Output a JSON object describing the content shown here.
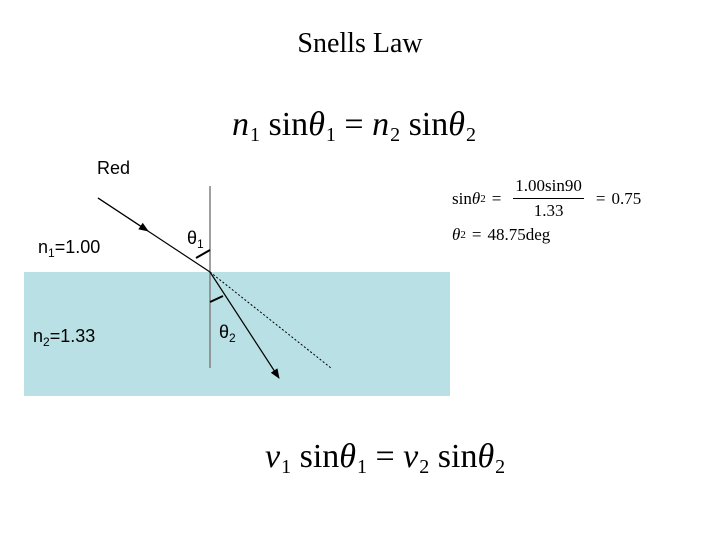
{
  "title": "Snells Law",
  "equation_top": {
    "lhs_coef": "n",
    "lhs_coef_sub": "1",
    "lhs_fn": "sin",
    "lhs_angle": "θ",
    "lhs_angle_sub": "1",
    "equals": "=",
    "rhs_coef": "n",
    "rhs_coef_sub": "2",
    "rhs_fn": "sin",
    "rhs_angle": "θ",
    "rhs_angle_sub": "2"
  },
  "equation_bottom": {
    "lhs_coef": "v",
    "lhs_coef_sub": "1",
    "lhs_fn": "sin",
    "lhs_angle": "θ",
    "lhs_angle_sub": "1",
    "equals": "=",
    "rhs_coef": "v",
    "rhs_coef_sub": "2",
    "rhs_fn": "sin",
    "rhs_angle": "θ",
    "rhs_angle_sub": "2"
  },
  "diagram": {
    "ray_label": "Red",
    "n1_label": "n",
    "n1_sub": "1",
    "n1_value": "=1.00",
    "n2_label": "n",
    "n2_sub": "2",
    "n2_value": "=1.33",
    "theta1": "θ",
    "theta1_sub": "1",
    "theta2": "θ",
    "theta2_sub": "2",
    "colors": {
      "water": "#b9e0e4",
      "ray": "#000000",
      "normal": "#808080"
    }
  },
  "calculation": {
    "row1_fn": "sin",
    "row1_angle": "θ",
    "row1_angle_sub": "2",
    "row1_eq": "=",
    "row1_numerator": "1.00sin90",
    "row1_denominator": "1.33",
    "row1_eq2": "=",
    "row1_result": "0.75",
    "row2_angle": "θ",
    "row2_angle_sub": "2",
    "row2_eq": "=",
    "row2_result": "48.75deg"
  }
}
